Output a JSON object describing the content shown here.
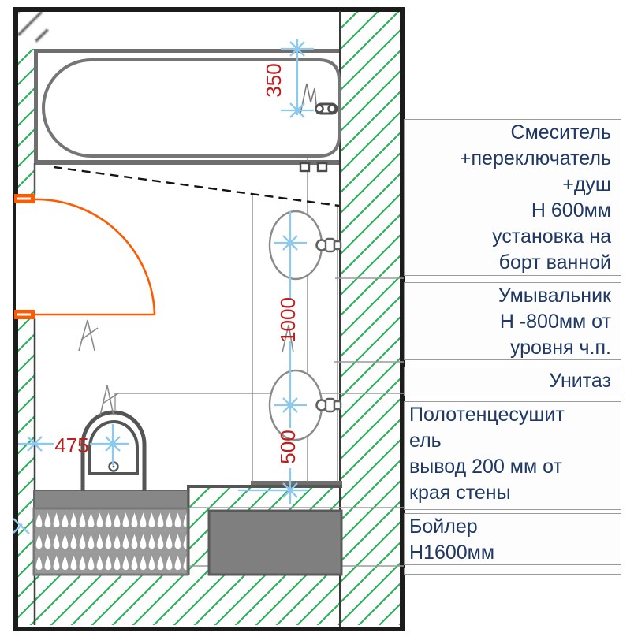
{
  "plan": {
    "dimensions": {
      "bath_mixer_offset": "350",
      "sink_spacing": "1000",
      "sink_corner_offset": "500",
      "toilet_wall_offset": "475"
    }
  },
  "notes": {
    "mixer": {
      "lines": [
        "Смеситель",
        "+переключатель",
        "+душ",
        "Н 600мм",
        "установка на",
        "борт ванной"
      ]
    },
    "basin": {
      "lines": [
        "Умывальник",
        "Н -800мм от",
        "уровня ч.п."
      ]
    },
    "toilet": {
      "lines": [
        "Унитаз"
      ]
    },
    "towel": {
      "lines": [
        "Полотенцесушит",
        "ель",
        "вывод 200 мм от",
        "края стены"
      ]
    },
    "boiler": {
      "lines": [
        "Бойлер",
        "Н1600мм"
      ]
    }
  },
  "colors": {
    "note_text": "#1f3864",
    "dimension_red": "#c11b1b",
    "hatch_green": "#2fae5d",
    "hatch_gray": "#606060",
    "door_orange": "#ff5a00",
    "plumbing_blue": "#8cc9ee",
    "fixture_gray": "#757575",
    "boiler_fill": "#7f7f7f"
  }
}
